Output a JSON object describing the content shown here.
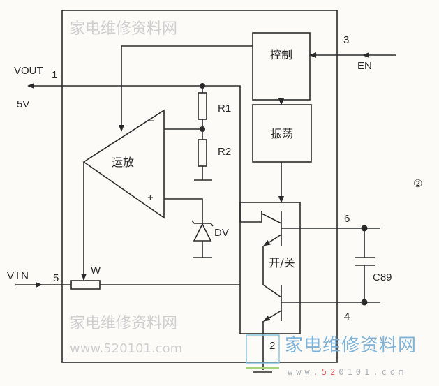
{
  "pins": {
    "vout": "VOUT",
    "vout_voltage": "5V",
    "pin1": "1",
    "pin3": "3",
    "en": "EN",
    "vin": "VIN",
    "pin5": "5",
    "pin6": "6",
    "pin4": "4",
    "pin2": "2"
  },
  "blocks": {
    "control": "控制",
    "oscillator": "振荡",
    "opamp": "运放",
    "switch": "开/关"
  },
  "opamp_inputs": {
    "minus": "−",
    "plus": "+"
  },
  "components": {
    "r1": "R1",
    "r2": "R2",
    "zener": "DV",
    "pot": "W",
    "cap": "C89"
  },
  "figure_number": "②",
  "watermark": {
    "cn": "家电维修资料网",
    "url": "www.520101.com"
  },
  "logo": {
    "cn": "家电维修资料网",
    "url_prefix": "www.",
    "url_red": "52",
    "url_rest": "0101.com"
  }
}
